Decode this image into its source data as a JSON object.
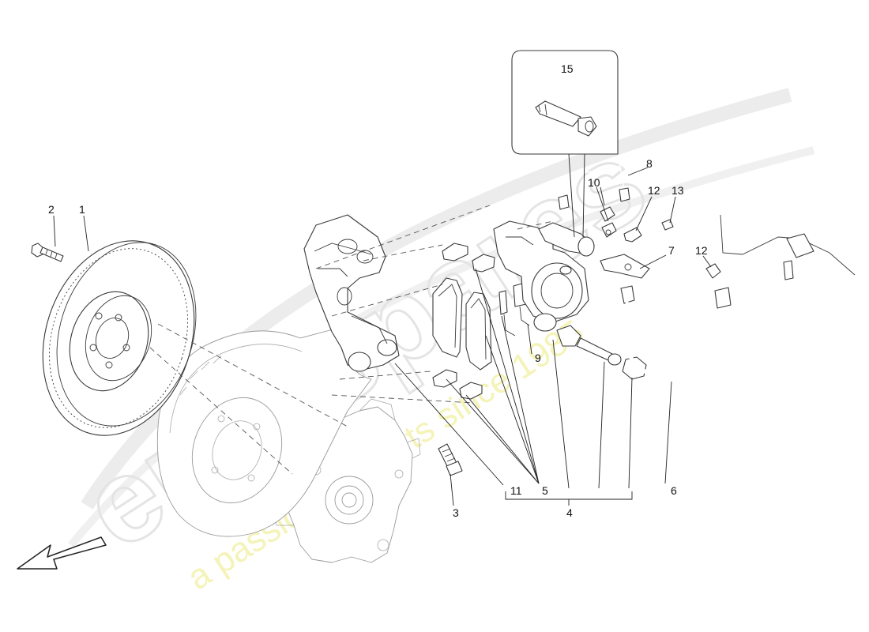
{
  "watermark": {
    "brand": "eurospares",
    "tagline": "a passion for parts since 1985"
  },
  "callouts": {
    "c1": "1",
    "c2": "2",
    "c3": "3",
    "c4": "4",
    "c5": "5",
    "c6": "6",
    "c7": "7",
    "c8": "8",
    "c9": "9",
    "c10": "10",
    "c11": "11",
    "c12a": "12",
    "c12b": "12",
    "c13": "13",
    "c15": "15"
  },
  "colors": {
    "line": "#3a3a3a",
    "faint_line": "#9a9a9a",
    "watermark_brand": "#e4e4e4",
    "watermark_tagline": "#f4f3b8"
  }
}
